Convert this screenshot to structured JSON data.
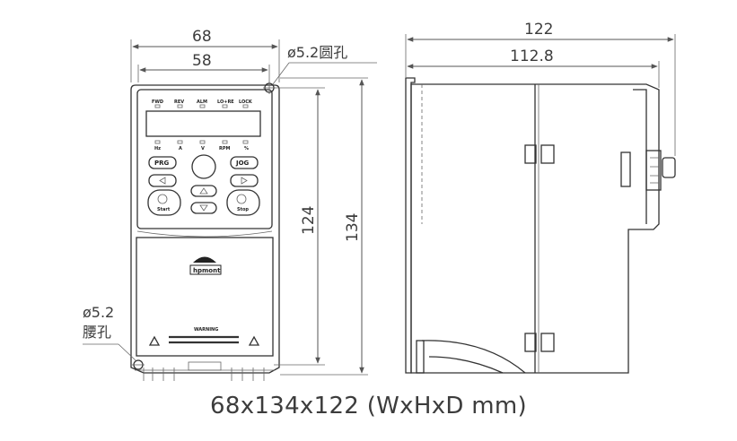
{
  "dimensions": {
    "front_outer_width": "68",
    "front_inner_width": "58",
    "mount_height": "124",
    "total_height": "134",
    "side_depth": "122",
    "side_inner_depth": "112.8"
  },
  "notes": {
    "top_hole": "ø5.2圆孔",
    "bottom_hole_line1": "ø5.2",
    "bottom_hole_line2": "腰孔"
  },
  "panel": {
    "indicators_top": [
      "FWD",
      "REV",
      "ALM",
      "LO+RE",
      "LOCK"
    ],
    "indicators_bottom": [
      "Hz",
      "A",
      "V",
      "RPM",
      "%"
    ],
    "keys": {
      "prg": "PRG",
      "jog": "JOG",
      "start": "Start",
      "stop": "Stop"
    },
    "logo": "hpmont",
    "warning_title": "WARNING"
  },
  "caption": "68x134x122 (WxHxD mm)"
}
